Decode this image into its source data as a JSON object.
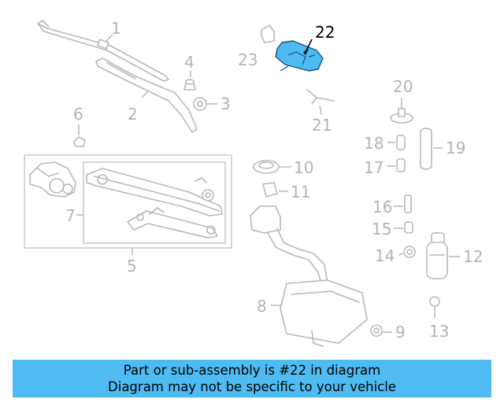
{
  "callouts": [
    "1",
    "2",
    "3",
    "4",
    "5",
    "6",
    "7",
    "8",
    "9",
    "10",
    "11",
    "12",
    "13",
    "14",
    "15",
    "16",
    "17",
    "18",
    "19",
    "20",
    "21",
    "22",
    "23"
  ],
  "highlight_color": "#4ebbf2",
  "banner": {
    "line1": "Part or sub-assembly is #22 in diagram",
    "line2": "Diagram may not be specific to your vehicle"
  }
}
